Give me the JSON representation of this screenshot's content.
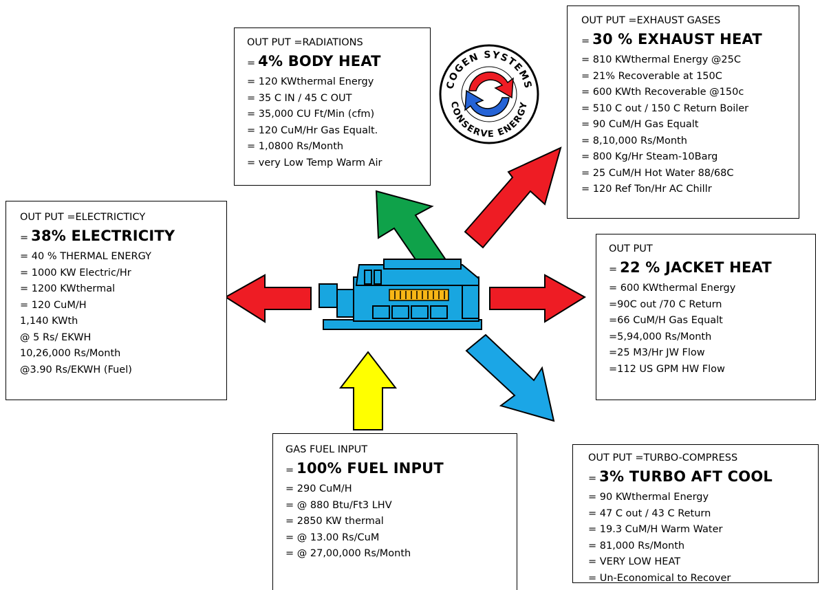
{
  "boxes": {
    "radiations": {
      "header": "OUT PUT =RADIATIONS",
      "eq": "=",
      "headline": "4% BODY HEAT",
      "lines": [
        "= 120  KWthermal Energy",
        "= 35 C IN / 45 C OUT",
        "= 35,000 CU Ft/Min (cfm)",
        "= 120 CuM/Hr Gas Equalt.",
        "= 1,0800 Rs/Month",
        "= very Low Temp Warm Air"
      ]
    },
    "exhaust": {
      "header": "OUT PUT =EXHAUST GASES",
      "eq": "=",
      "headline": "30 % EXHAUST HEAT",
      "lines": [
        "= 810 KWthermal Energy @25C",
        "= 21% Recoverable at 150C",
        "= 600 KWth Recoverable @150c",
        "= 510 C out / 150 C Return Boiler",
        "= 90  CuM/H Gas Equalt",
        "= 8,10,000 Rs/Month",
        "= 800 Kg/Hr Steam-10Barg",
        "= 25 CuM/H Hot Water 88/68C",
        "= 120 Ref Ton/Hr AC Chillr"
      ]
    },
    "electricity": {
      "header": "OUT PUT =ELECTRICTICY",
      "eq": "=",
      "headline": "38% ELECTRICITY",
      "lines": [
        "= 40 % THERMAL ENERGY",
        "= 1000 KW Electric/Hr",
        "= 1200 KWthermal",
        "= 120 CuM/H",
        "1,140 KWth",
        " @ 5 Rs/ EKWH",
        "10,26,000 Rs/Month",
        "@3.90 Rs/EKWH (Fuel)"
      ]
    },
    "jacket": {
      "header": "OUT PUT",
      "eq": "=",
      "headline": "22 % JACKET HEAT",
      "lines": [
        "= 600 KWthermal Energy",
        "=90C out /70 C Return",
        "=66  CuM/H Gas Equalt",
        "=5,94,000 Rs/Month",
        "=25  M3/Hr JW Flow",
        "=112  US GPM HW Flow"
      ]
    },
    "fuel": {
      "header": "GAS FUEL INPUT",
      "eq": "=",
      "headline": "100% FUEL INPUT",
      "lines": [
        "=  290 CuM/H",
        "=  @ 880 Btu/Ft3 LHV",
        "=  2850  KW thermal",
        "= @ 13.00  Rs/CuM",
        "= @ 27,00,000  Rs/Month"
      ]
    },
    "turbo": {
      "header": "OUT PUT =TURBO-COMPRESS",
      "eq": "=",
      "headline": "3% TURBO AFT COOL",
      "lines": [
        "= 90 KWthermal Energy",
        "= 47 C out / 43 C Return",
        "= 19.3 CuM/H Warm Water",
        "= 81,000 Rs/Month",
        "=  VERY LOW HEAT",
        "= Un-Economical to   Recover"
      ]
    }
  },
  "logo": {
    "top_text": "COGEN SYSTEMS",
    "bottom_text": "CONSERVE ENERGY"
  },
  "colors": {
    "green": "#0fa24a",
    "red": "#ee1c24",
    "yellow": "#ffff00",
    "blue": "#1ba6e6",
    "engine": "#18a6e0"
  },
  "icons": {
    "engine": "generator-engine-icon",
    "logo": "cogen-logo-icon"
  }
}
